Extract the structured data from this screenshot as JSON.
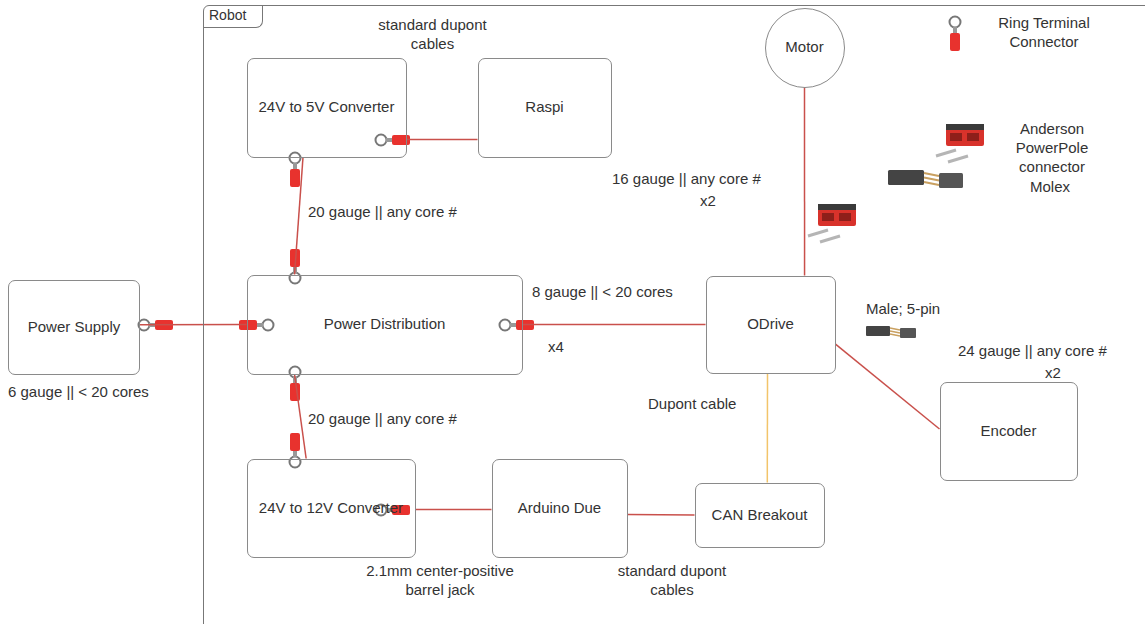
{
  "diagram": {
    "nodes": [
      {
        "text": [
          "Robot"
        ]
      },
      {
        "text": [
          "Power Supply"
        ]
      },
      {
        "text": [
          "24V to 5V Converter"
        ],
        "in": 0
      },
      {
        "text": [
          "Raspi"
        ],
        "in": 0
      },
      {
        "text": [
          "Power Distribution"
        ],
        "in": 0
      },
      {
        "text": [
          "Motor"
        ],
        "in": 0
      },
      {
        "text": [
          "ODrive"
        ],
        "in": 0
      },
      {
        "text": [
          "Encoder"
        ],
        "in": 0
      },
      {
        "text": [
          "24V to 12V Converter"
        ],
        "in": 0
      },
      {
        "text": [
          "Arduino Due"
        ],
        "in": 0
      },
      {
        "text": [
          "CAN Breakout"
        ],
        "in": 0
      }
    ],
    "edges": [
      {
        "from": 1,
        "to": 4,
        "arrow": "none"
      },
      {
        "from": 4,
        "to": 2,
        "arrow": "none"
      },
      {
        "from": 4,
        "to": 8,
        "arrow": "none"
      },
      {
        "from": 2,
        "to": 3,
        "arrow": "none"
      },
      {
        "from": 8,
        "to": 9,
        "arrow": "none"
      },
      {
        "from": 9,
        "to": 10,
        "arrow": "none"
      },
      {
        "from": 4,
        "to": 6,
        "arrow": "none"
      },
      {
        "from": 6,
        "to": 5,
        "arrow": "none"
      },
      {
        "from": 6,
        "to": 7,
        "arrow": "none"
      },
      {
        "from": 6,
        "to": 10,
        "arrow": "none"
      }
    ],
    "labels": [
      "standard dupont cables",
      "20 gauge || any core #",
      "8 gauge || < 20 cores",
      "x4",
      "6 gauge || < 20 cores",
      "20 gauge || any core #",
      "16 gauge || any core #",
      "x2",
      "Male; 5-pin",
      "24 gauge || any core #",
      "x2",
      "Dupont cable",
      "2.1mm center-positive barrel jack",
      "standard dupont cables"
    ],
    "legend": [
      {
        "text": "Ring Terminal Connector"
      },
      {
        "text": "Anderson PowerPole connector"
      },
      {
        "text": "Molex"
      }
    ]
  }
}
